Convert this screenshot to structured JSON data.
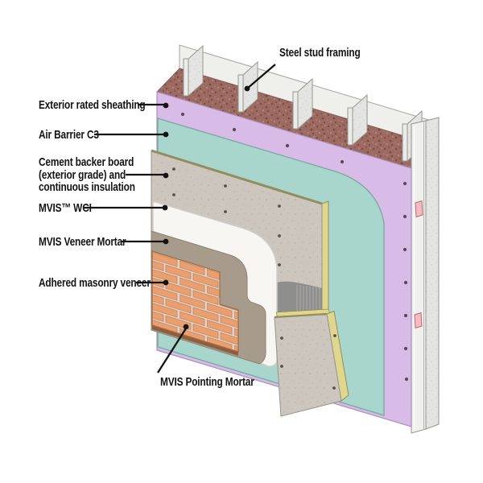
{
  "diagram": {
    "labels": {
      "steel_stud": "Steel stud framing",
      "sheathing": "Exterior rated sheathing",
      "air_barrier": "Air Barrier C3",
      "cement_line1": "Cement backer board",
      "cement_line2": "(exterior grade) and",
      "cement_line3": "continuous insulation",
      "wci": "MVIS™ WCI",
      "veneer_mortar": "MVIS Veneer Mortar",
      "masonry_veneer": "Adhered masonry veneer",
      "pointing_mortar": "MVIS Pointing Mortar"
    },
    "colors": {
      "sheathing": "#d8bbe7",
      "air_barrier": "#a8d6cc",
      "cement_board": "#cdc6be",
      "insulation": "#e0d78e",
      "wci": "#f7f6f3",
      "veneer_mortar": "#a79c8b",
      "brick": "#ec9f6e",
      "brick_joint": "#d9d5ce",
      "brick_bottom_edge": "#8d5f3e",
      "top_edge_core": "#9c6a60",
      "steel_flange": "#ebebe9",
      "steel_back_panel": "#efefec",
      "corner_stud_flange": "#f0f0ee",
      "trowel_patch": "#8e8e8c",
      "knockout_pink": "#f3bcc3",
      "label_text": "#141414"
    }
  }
}
